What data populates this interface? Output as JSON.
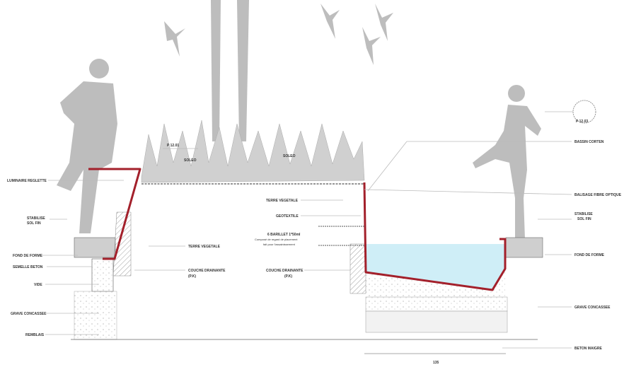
{
  "drawing": {
    "section_refs": {
      "left": "P 12.01",
      "right": "P 12.03"
    },
    "top_labels": [
      "SOLEO",
      "SOLEO"
    ],
    "left_labels": [
      "LUMINAIRE REGLETTE",
      "STABILISE",
      "SOL FIN",
      "FOND DE FORME",
      "SEMELLE BETON",
      "VIDE",
      "GRAVE CONCASSEE",
      "REMBLAIS"
    ],
    "center_left_labels": [
      "TERRE VEGETALE",
      "COUCHE DRAINANTE",
      "(P.K)"
    ],
    "center_labels": [
      "TERRE VEGETALE",
      "GEOTEXTILE",
      "6 BARILLET 1*50ml",
      "Composé de regard de placement",
      "fait pour l'assainissement",
      "COUCHE DRAINANTE",
      "(P.K)"
    ],
    "right_labels": [
      "BASSIN CORTEN",
      "BALISAGE FIBRE OPTIQUE",
      "STABILISE",
      "SOL FIN",
      "FOND DE FORME",
      "GRAVE CONCASSEE",
      "BETON MAIGRE"
    ],
    "bottom_dimension": "135",
    "colors": {
      "edge": "#a3202b",
      "water": "#cfeef7",
      "silhouette": "#bdbdbd"
    }
  }
}
